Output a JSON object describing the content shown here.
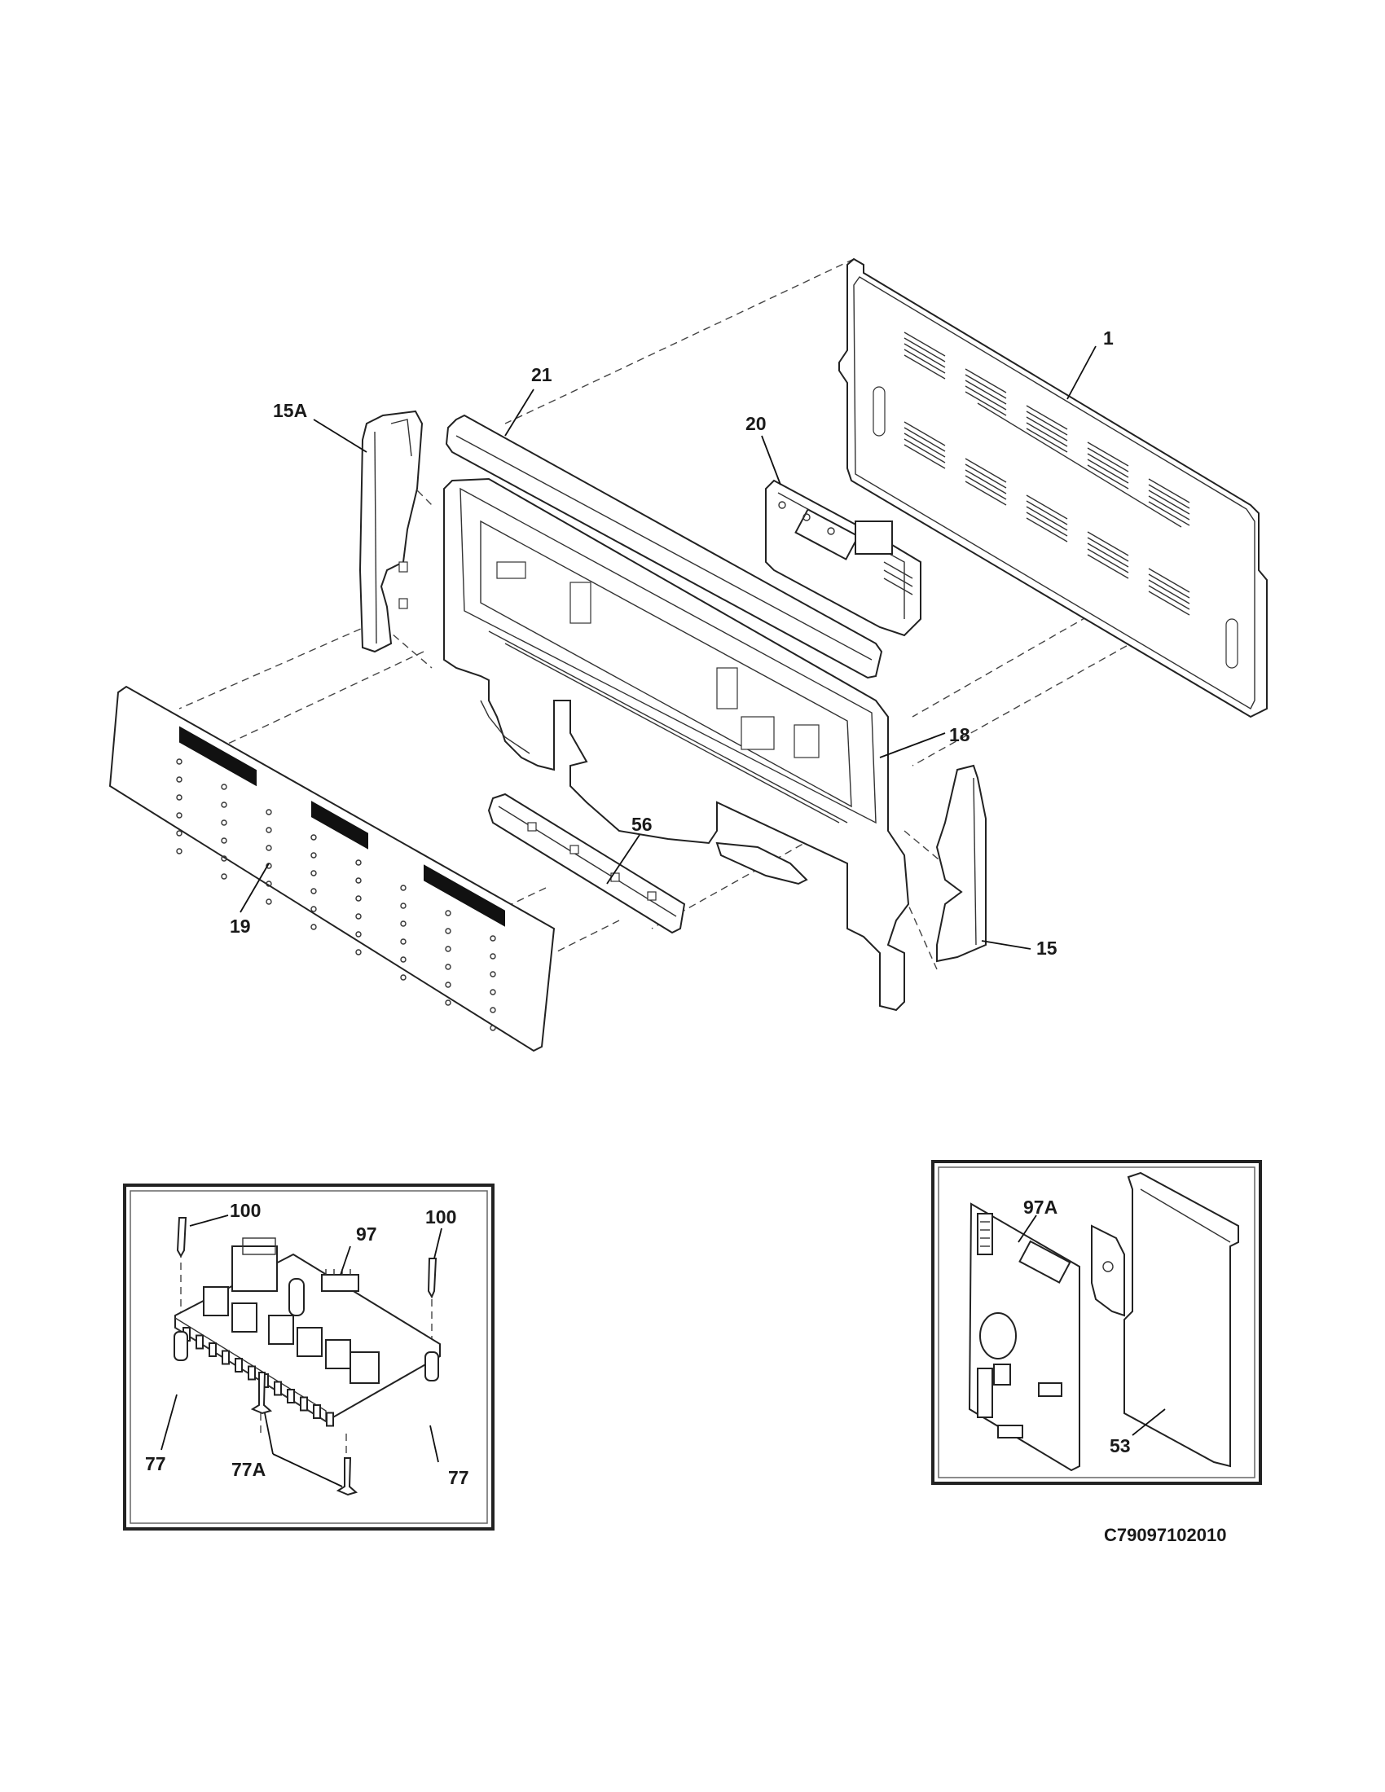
{
  "labels": {
    "l1": "1",
    "l21": "21",
    "l15a": "15A",
    "l20": "20",
    "l18": "18",
    "l56": "56",
    "l19": "19",
    "l15": "15",
    "l100a": "100",
    "l97": "97",
    "l100b": "100",
    "l77a": "77",
    "l77A": "77A",
    "l77b": "77",
    "l97A": "97A",
    "l53": "53"
  },
  "drawing_code": "C79097102010"
}
